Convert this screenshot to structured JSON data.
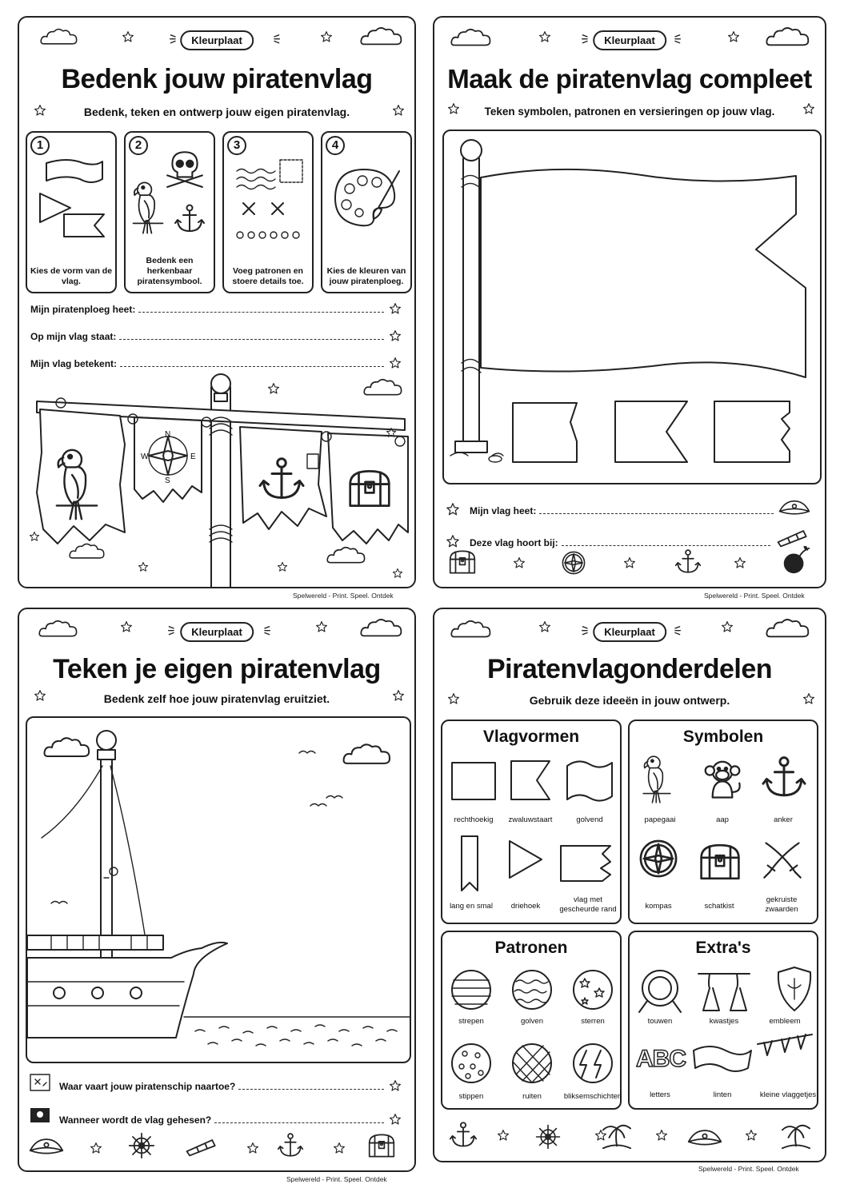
{
  "footer": "Spelwereld - Print. Speel. Ontdek",
  "badge": "Kleurplaat",
  "sheet1": {
    "title": "Bedenk jouw piratenvlag",
    "subtitle": "Bedenk, teken en ontwerp jouw eigen piratenvlag.",
    "steps": [
      {
        "num": "1",
        "caption": "Kies de vorm van de vlag."
      },
      {
        "num": "2",
        "caption": "Bedenk een herkenbaar piratensymbool."
      },
      {
        "num": "3",
        "caption": "Voeg patronen en stoere details toe."
      },
      {
        "num": "4",
        "caption": "Kies de kleuren van jouw piratenploeg."
      }
    ],
    "lines": [
      "Mijn piratenploeg heet:",
      "Op mijn vlag staat:",
      "Mijn vlag betekent:"
    ],
    "compass": {
      "n": "N",
      "e": "E",
      "s": "S",
      "w": "W"
    }
  },
  "sheet2": {
    "title": "Maak de piratenvlag compleet",
    "subtitle": "Teken symbolen, patronen en versieringen op jouw vlag.",
    "lines": [
      "Mijn vlag heet:",
      "Deze vlag hoort bij:"
    ]
  },
  "sheet3": {
    "title": "Teken je eigen piratenvlag",
    "subtitle": "Bedenk zelf hoe jouw piratenvlag eruitziet.",
    "lines": [
      "Waar vaart jouw piratenschip naartoe?",
      "Wanneer wordt de vlag gehesen?"
    ]
  },
  "sheet4": {
    "title": "Piratenvlagonderdelen",
    "subtitle": "Gebruik deze ideeën in jouw ontwerp.",
    "vlagvormen": {
      "title": "Vlagvormen",
      "items": [
        "rechthoekig",
        "zwaluwstaart",
        "golvend",
        "lang en smal",
        "driehoek",
        "vlag met gescheurde rand"
      ]
    },
    "symbolen": {
      "title": "Symbolen",
      "items": [
        "papegaai",
        "aap",
        "anker",
        "kompas",
        "schatkist",
        "gekruiste zwaarden"
      ]
    },
    "patronen": {
      "title": "Patronen",
      "items": [
        "strepen",
        "golven",
        "sterren",
        "stippen",
        "ruiten",
        "bliksemschichten"
      ]
    },
    "extras": {
      "title": "Extra's",
      "items": [
        "touwen",
        "kwastjes",
        "embleem",
        "letters",
        "linten",
        "kleine vlaggetjes"
      ],
      "letters_art": "ABC"
    }
  }
}
